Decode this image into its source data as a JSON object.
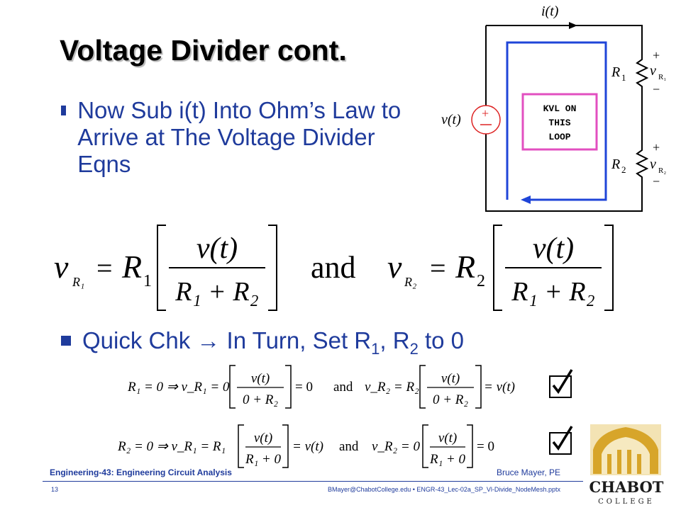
{
  "slide": {
    "title": "Voltage Divider cont.",
    "bullet1": "Now Sub i(t) Into Ohm’s Law to Arrive at The Voltage Divider Eqns",
    "bullet2_pre": "Quick Chk → In Turn, Set R",
    "bullet2_sub1": "1",
    "bullet2_mid": ", R",
    "bullet2_sub2": "2",
    "bullet2_post": " to 0"
  },
  "circuit": {
    "current_label": "i(t)",
    "source_label": "v(t)",
    "plus": "+",
    "minus": "−",
    "r1": "R",
    "r1_sub": "1",
    "r2": "R",
    "r2_sub": "2",
    "v_r1": "v",
    "v_r1_sub": "R₁",
    "v_r2": "v",
    "v_r2_sub": "R₂",
    "kvl_line1": "KVL ON",
    "kvl_line2": "THIS",
    "kvl_line3": "LOOP",
    "colors": {
      "loop": "#1f45d8",
      "kvl_box": "#e24fc0"
    }
  },
  "equations": {
    "and": "and",
    "main_left_lhs": "v",
    "main_left_sub": "R₁",
    "main_left_R": "R",
    "main_left_R_sub": "1",
    "numerator": "v(t)",
    "denominator": "R₁ + R₂",
    "main_right_lhs": "v",
    "main_right_sub": "R₂",
    "main_right_R": "R",
    "main_right_R_sub": "2",
    "check1_left": "R₁ = 0 ⇒ v_R₁ = 0",
    "check1_left_num": "v(t)",
    "check1_left_den": "0 + R₂",
    "check1_left_res": "= 0",
    "check1_right": "v_R₂ = R₂",
    "check1_right_num": "v(t)",
    "check1_right_den": "0 + R₂",
    "check1_right_res": "= v(t)",
    "check2_left": "R₂ = 0 ⇒ v_R₁ = R₁",
    "check2_left_num": "v(t)",
    "check2_left_den": "R₁ + 0",
    "check2_left_res": "= v(t)",
    "check2_right": "v_R₂ = 0",
    "check2_right_num": "v(t)",
    "check2_right_den": "R₁ + 0",
    "check2_right_res": "= 0"
  },
  "footer": {
    "course": "Engineering-43: Engineering Circuit Analysis",
    "author": "Bruce Mayer, PE",
    "page": "13",
    "file": "BMayer@ChabotCollege.edu  •  ENGR-43_Lec-02a_SP_Vl-Divide_NodeMesh.pptx"
  },
  "logo": {
    "name": "CHABOT",
    "sub": "COLLEGE",
    "colors": {
      "gold": "#d7a52a",
      "text": "#1b1b1b"
    }
  }
}
